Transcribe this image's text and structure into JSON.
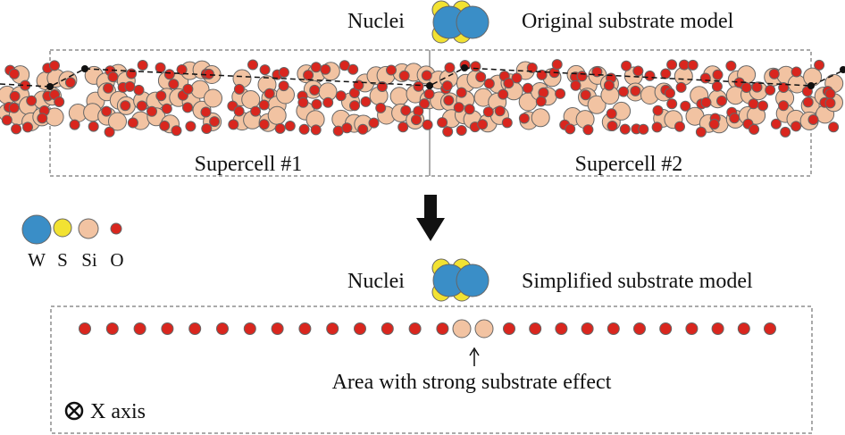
{
  "top": {
    "nuclei_label": "Nuclei",
    "model_title": "Original substrate model",
    "supercell_labels": [
      "Supercell #1",
      "Supercell #2"
    ]
  },
  "bottom": {
    "nuclei_label": "Nuclei",
    "model_title": "Simplified substrate model",
    "annotation": "Area with strong substrate effect",
    "axis_label": "X axis"
  },
  "legend": [
    {
      "label": "W",
      "color": "#3a8ec7"
    },
    {
      "label": "S",
      "color": "#f2e232"
    },
    {
      "label": "Si",
      "color": "#f2c3a2"
    },
    {
      "label": "O",
      "color": "#d9261e"
    }
  ],
  "colors": {
    "W": "#3a8ec7",
    "S": "#f2e232",
    "Si": "#f2c3a2",
    "O": "#d9261e",
    "outline": "#666666"
  },
  "icons": {
    "arrow": "down-arrow-icon",
    "axis_marker": "circled-times-icon"
  }
}
